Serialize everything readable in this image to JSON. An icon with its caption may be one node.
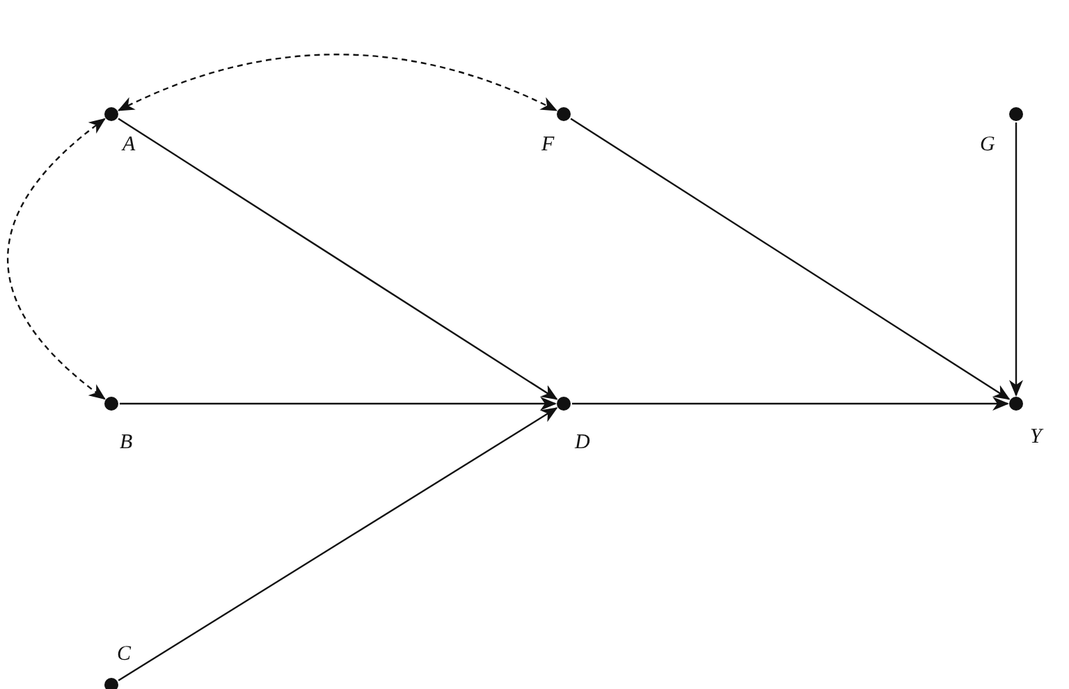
{
  "diagram": {
    "nodes": [
      {
        "text": [
          "A"
        ]
      },
      {
        "text": [
          "F"
        ]
      },
      {
        "text": [
          "G"
        ]
      },
      {
        "text": [
          "B"
        ]
      },
      {
        "text": [
          "D"
        ]
      },
      {
        "text": [
          "Y"
        ]
      },
      {
        "text": [
          "C"
        ]
      }
    ],
    "edges": [
      {
        "from": 0,
        "to": 1,
        "arrow": "both",
        "style": "dashed"
      },
      {
        "from": 0,
        "to": 3,
        "arrow": "both",
        "style": "dashed"
      },
      {
        "from": 0,
        "to": 4,
        "arrow": "to"
      },
      {
        "from": 1,
        "to": 5,
        "arrow": "to"
      },
      {
        "from": 2,
        "to": 5,
        "arrow": "to"
      },
      {
        "from": 3,
        "to": 4,
        "arrow": "to"
      },
      {
        "from": 4,
        "to": 5,
        "arrow": "to"
      },
      {
        "from": 6,
        "to": 4,
        "arrow": "to"
      }
    ]
  }
}
